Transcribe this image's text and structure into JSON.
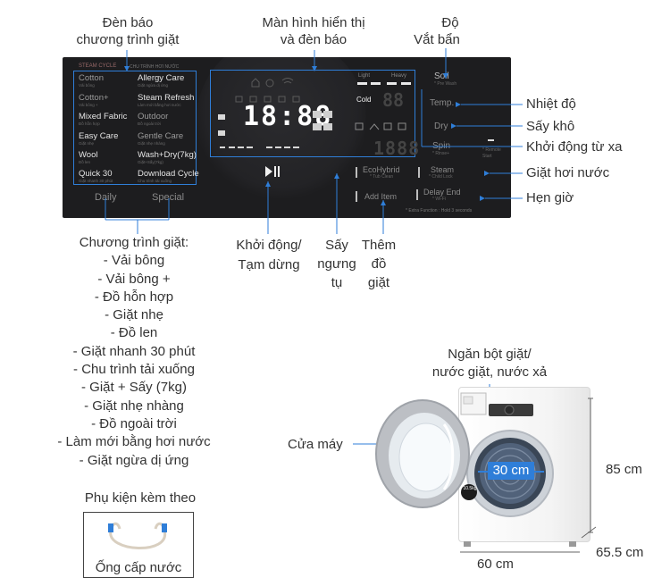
{
  "top_labels": {
    "program_lights": [
      "Đèn báo",
      "chương trình giặt"
    ],
    "display": [
      "Màn hình hiển thị",
      "và đèn báo"
    ],
    "soil": [
      "Độ",
      "Vắt bẩn"
    ]
  },
  "right_labels": {
    "temp": "Nhiệt độ",
    "dry": "Sấy khô",
    "remote": "Khởi động từ xa",
    "steam": "Giặt hơi nước",
    "delay": "Hẹn giờ"
  },
  "bottom_labels": {
    "start": [
      "Khởi động/",
      "Tạm dừng"
    ],
    "ecohybrid": [
      "Sấy",
      "ngưng",
      "tụ"
    ],
    "add_item": [
      "Thêm",
      "đồ",
      "giặt"
    ]
  },
  "panel": {
    "steam_cycle": "STEAM CYCLE",
    "steam_cycle_sub": "CHU TRÌNH HƠI NƯỚC",
    "programs": [
      {
        "name": "Cotton",
        "sub": "Vải bông"
      },
      {
        "name": "Allergy Care",
        "sub": "Giặt ngừa dị ứng"
      },
      {
        "name": "Cotton+",
        "sub": "Vải bông +"
      },
      {
        "name": "Steam Refresh",
        "sub": "Làm mới bằng hơi nước"
      },
      {
        "name": "Mixed Fabric",
        "sub": "Đồ hỗn hợp"
      },
      {
        "name": "Outdoor",
        "sub": "Đồ ngoài trời"
      },
      {
        "name": "Easy Care",
        "sub": "Giặt nhẹ"
      },
      {
        "name": "Gentle Care",
        "sub": "Giặt nhẹ nhàng"
      },
      {
        "name": "Wool",
        "sub": "Đồ len"
      },
      {
        "name": "Wash+Dry(7kg)",
        "sub": "Giặt+Sấy(7kg)"
      },
      {
        "name": "Quick 30",
        "sub": "Giặt nhanh 30 phút"
      },
      {
        "name": "Download Cycle",
        "sub": "Chu trình tải xuống"
      }
    ],
    "daily": "Daily",
    "special": "Special",
    "time": "18:88",
    "cold": "Cold",
    "light": "Light",
    "heavy": "Heavy",
    "soil_btn": "Soil",
    "soil_sub": "* Pre Wash",
    "temp_btn": "Temp.",
    "dry_btn": "Dry",
    "spin_btn": "Spin",
    "spin_sub": "* Rinse+",
    "remote_sub": "* Remote Start",
    "ecohybrid_btn": "EcoHybrid",
    "ecohybrid_sub": "* Tub Clean",
    "steam_btn": "Steam",
    "steam_sub": "* Child Lock",
    "add_item_btn": "Add Item",
    "delay_btn": "Delay End",
    "delay_sub": "* Wi-Fi",
    "extra_note": "* Extra Function : Hold 3 seconds"
  },
  "program_list": {
    "title": "Chương trình giặt:",
    "items": [
      "- Vải bông",
      "- Vải bông +",
      "- Đồ hỗn hợp",
      "- Giặt nhẹ",
      "- Đồ len",
      "- Giặt nhanh 30 phút",
      "- Chu trình tải xuống",
      "- Giặt + Sấy (7kg)",
      "- Giặt nhẹ nhàng",
      "- Đồ ngoài trời",
      "- Làm mới bằng hơi nước",
      "- Giặt ngừa dị ứng"
    ]
  },
  "accessory": {
    "title": "Phụ kiện kèm theo",
    "item": "Ống cấp nước"
  },
  "machine": {
    "detergent": [
      "Ngăn bột giặt/",
      "nước giặt, nước xả"
    ],
    "door": "Cửa máy",
    "drum_size": "30 cm",
    "height": "85 cm",
    "depth": "65.5 cm",
    "width": "60 cm",
    "capacity_badge": "10.5kg"
  }
}
